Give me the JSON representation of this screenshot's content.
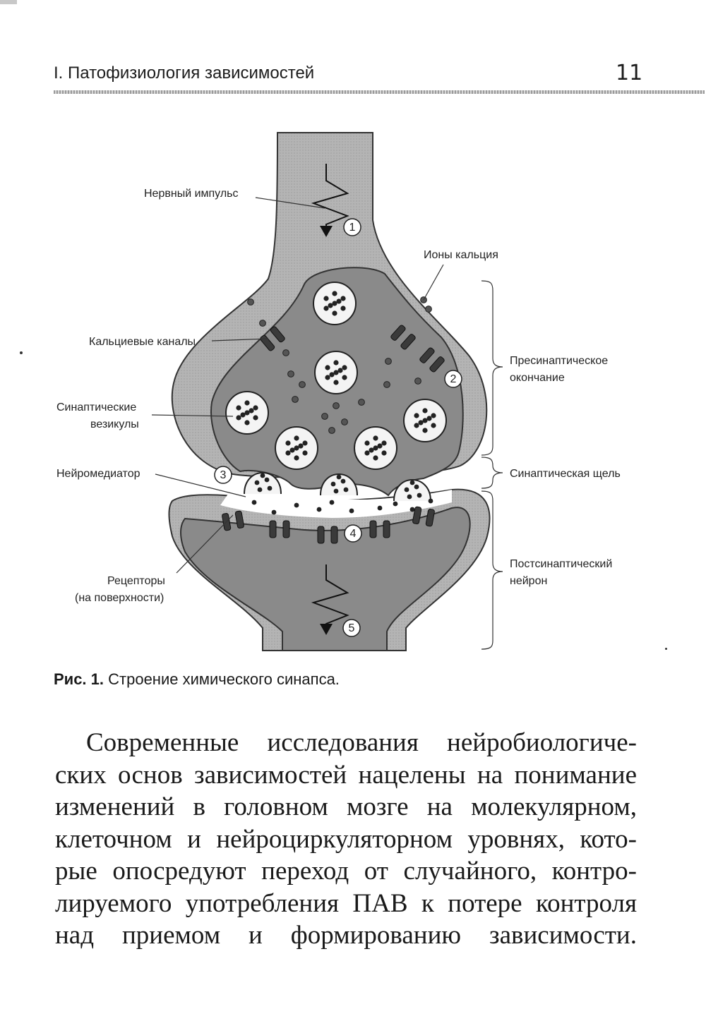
{
  "header": {
    "running_head": "I. Патофизиология зависимостей",
    "page_number": "11"
  },
  "figure": {
    "labels": {
      "nerve_impulse": "Нервный импульс",
      "calcium_ions": "Ионы кальция",
      "calcium_channels": "Кальциевые каналы",
      "synaptic_vesicles_1": "Синаптические",
      "synaptic_vesicles_2": "везикулы",
      "neurotransmitter": "Нейромедиатор",
      "receptors_1": "Рецепторы",
      "receptors_2": "(на поверхности)",
      "presynaptic_1": "Пресинаптическое",
      "presynaptic_2": "окончание",
      "synaptic_cleft": "Синаптическая щель",
      "postsynaptic_1": "Постсинаптический",
      "postsynaptic_2": "нейрон"
    },
    "step_markers": [
      "1",
      "2",
      "3",
      "4",
      "5"
    ]
  },
  "caption": {
    "label": "Рис. 1.",
    "text": " Строение химического синапса."
  },
  "body": {
    "lines": [
      "Современные исследования нейробиологиче-",
      "ских основ зависимостей нацелены на понимание",
      "изменений в головном мозге на молекулярном,",
      "клеточном и нейроциркуляторном уровнях, кото-",
      "рые опосредуют переход от случайного, контро-",
      "лируемого употребления ПАВ к потере контроля",
      "над приемом и формированию зависимости."
    ]
  }
}
